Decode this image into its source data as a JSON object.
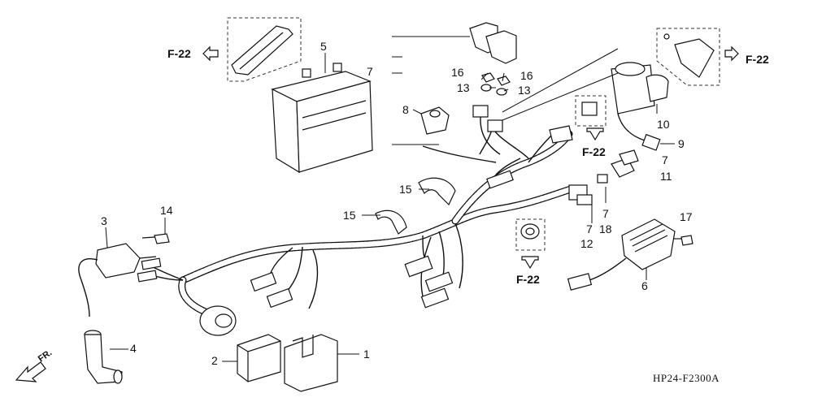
{
  "diagram_code": "HP24-F2300A",
  "front_label": "FR.",
  "ref_labels": [
    "F-22",
    "F-22",
    "F-22",
    "F-22"
  ],
  "parts": {
    "p1": "1",
    "p2": "2",
    "p3": "3",
    "p4": "4",
    "p5": "5",
    "p6": "6",
    "p7a": "7",
    "p7b": "7",
    "p7c": "7",
    "p7d": "7",
    "p8": "8",
    "p9": "9",
    "p10": "10",
    "p11": "11",
    "p12": "12",
    "p13a": "13",
    "p13b": "13",
    "p14": "14",
    "p15a": "15",
    "p15b": "15",
    "p16a": "16",
    "p16b": "16",
    "p17": "17",
    "p18": "18"
  }
}
